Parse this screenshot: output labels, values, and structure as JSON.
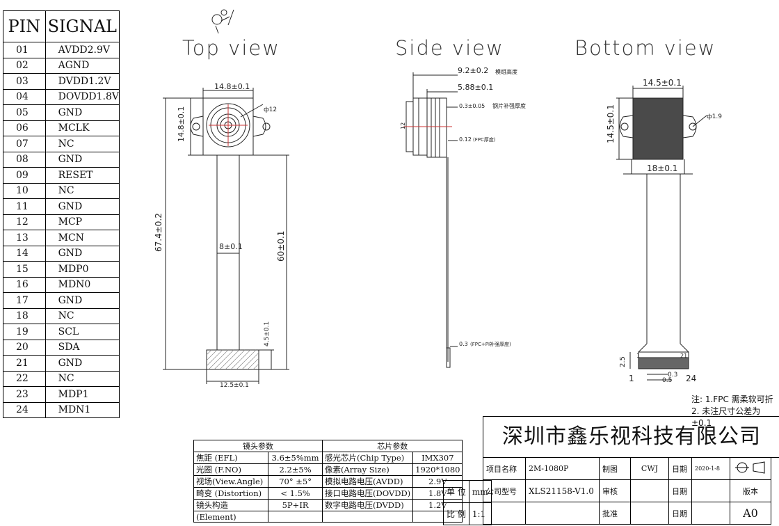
{
  "pin_table": {
    "header_pin": "PIN",
    "header_signal": "SIGNAL",
    "rows": [
      {
        "pin": "01",
        "signal": "AVDD2.9V"
      },
      {
        "pin": "02",
        "signal": "AGND"
      },
      {
        "pin": "03",
        "signal": "DVDD1.2V"
      },
      {
        "pin": "04",
        "signal": "DOVDD1.8V"
      },
      {
        "pin": "05",
        "signal": "GND"
      },
      {
        "pin": "06",
        "signal": "MCLK"
      },
      {
        "pin": "07",
        "signal": "NC"
      },
      {
        "pin": "08",
        "signal": "GND"
      },
      {
        "pin": "09",
        "signal": "RESET"
      },
      {
        "pin": "10",
        "signal": "NC"
      },
      {
        "pin": "11",
        "signal": "GND"
      },
      {
        "pin": "12",
        "signal": "MCP"
      },
      {
        "pin": "13",
        "signal": "MCN"
      },
      {
        "pin": "14",
        "signal": "GND"
      },
      {
        "pin": "15",
        "signal": "MDP0"
      },
      {
        "pin": "16",
        "signal": "MDN0"
      },
      {
        "pin": "17",
        "signal": "GND"
      },
      {
        "pin": "18",
        "signal": "NC"
      },
      {
        "pin": "19",
        "signal": "SCL"
      },
      {
        "pin": "20",
        "signal": "SDA"
      },
      {
        "pin": "21",
        "signal": "GND"
      },
      {
        "pin": "22",
        "signal": "NC"
      },
      {
        "pin": "23",
        "signal": "MDP1"
      },
      {
        "pin": "24",
        "signal": "MDN1"
      }
    ]
  },
  "views": {
    "top": "Top view",
    "side": "Side view",
    "bottom": "Bottom view"
  },
  "top_dims": {
    "width": "14.8±0.1",
    "height": "14.8±0.1",
    "hole": "ф12",
    "total": "67.4±0.2",
    "fpc_length": "60±0.1",
    "fpc_width": "8±0.1",
    "stiffener_h": "4.5±0.1",
    "stiffener_w": "12.5±0.1"
  },
  "side_dims": {
    "module_height": "9.2±0.2",
    "module_height_note": "模组高度",
    "lens_height": "5.88±0.1",
    "steel": "0.3±0.05",
    "steel_note": "钢片补强厚度",
    "lens_side": "12",
    "fpc": "0.12",
    "fpc_note": "(FPC厚度)",
    "fpc_pi": "0.3",
    "fpc_pi_note": "(FPC+PI补强厚度)"
  },
  "bottom_dims": {
    "top_width": "14.5±0.1",
    "height": "14.5±0.1",
    "hole": "ф1.9",
    "bottom_width": "18±0.1",
    "connector_h": "2.5",
    "pitch": "0.3",
    "pad": "0.5",
    "first_small": "1",
    "last_small": "21",
    "first_pin": "1",
    "last_pin": "24"
  },
  "notes": {
    "line1": "注: 1.FPC 需柔软可折",
    "line2": "2. 未注尺寸公差为±0.1"
  },
  "company": "深圳市鑫乐视科技有限公司",
  "info": {
    "project_label": "项目名称",
    "project_value": "2M-1080P",
    "draw_label": "制图",
    "draw_value": "CWJ",
    "date_label": "日期",
    "date_value": "2020-1-8",
    "model_label": "公司型号",
    "model_value": "XLS21158-V1.0",
    "check_label": "审核",
    "date_label2": "日期",
    "version_label": "版本",
    "approve_label": "批准",
    "date_label3": "日期",
    "version_value": "A0",
    "unit_label": "单 位",
    "unit_value": "mm",
    "scale_label": "比 例",
    "scale_value": "1:1"
  },
  "params": {
    "lens_header": "镜头参数",
    "chip_header": "芯片参数",
    "rows": [
      {
        "k1": "焦距 (EFL)",
        "v1": "3.6±5%mm",
        "k2": "感光芯片(Chip Type)",
        "v2": "IMX307"
      },
      {
        "k1": "光圈 (F.NO)",
        "v1": "2.2±5%",
        "k2": "像素(Array Size)",
        "v2": "1920*1080"
      },
      {
        "k1": "视场(View.Angle)",
        "v1": "70° ±5°",
        "k2": "模拟电路电压(AVDD)",
        "v2": "2.9V"
      },
      {
        "k1": "畸变 (Distortion)",
        "v1": "< 1.5%",
        "k2": "接口电路电压(DOVDD)",
        "v2": "1.8V"
      },
      {
        "k1": "镜头构造",
        "v1": "5P+IR",
        "k2": "数字电路电压(DVDD)",
        "v2": "1.2V"
      },
      {
        "k1": "(Element)",
        "v1": "",
        "k2": "",
        "v2": ""
      }
    ]
  }
}
